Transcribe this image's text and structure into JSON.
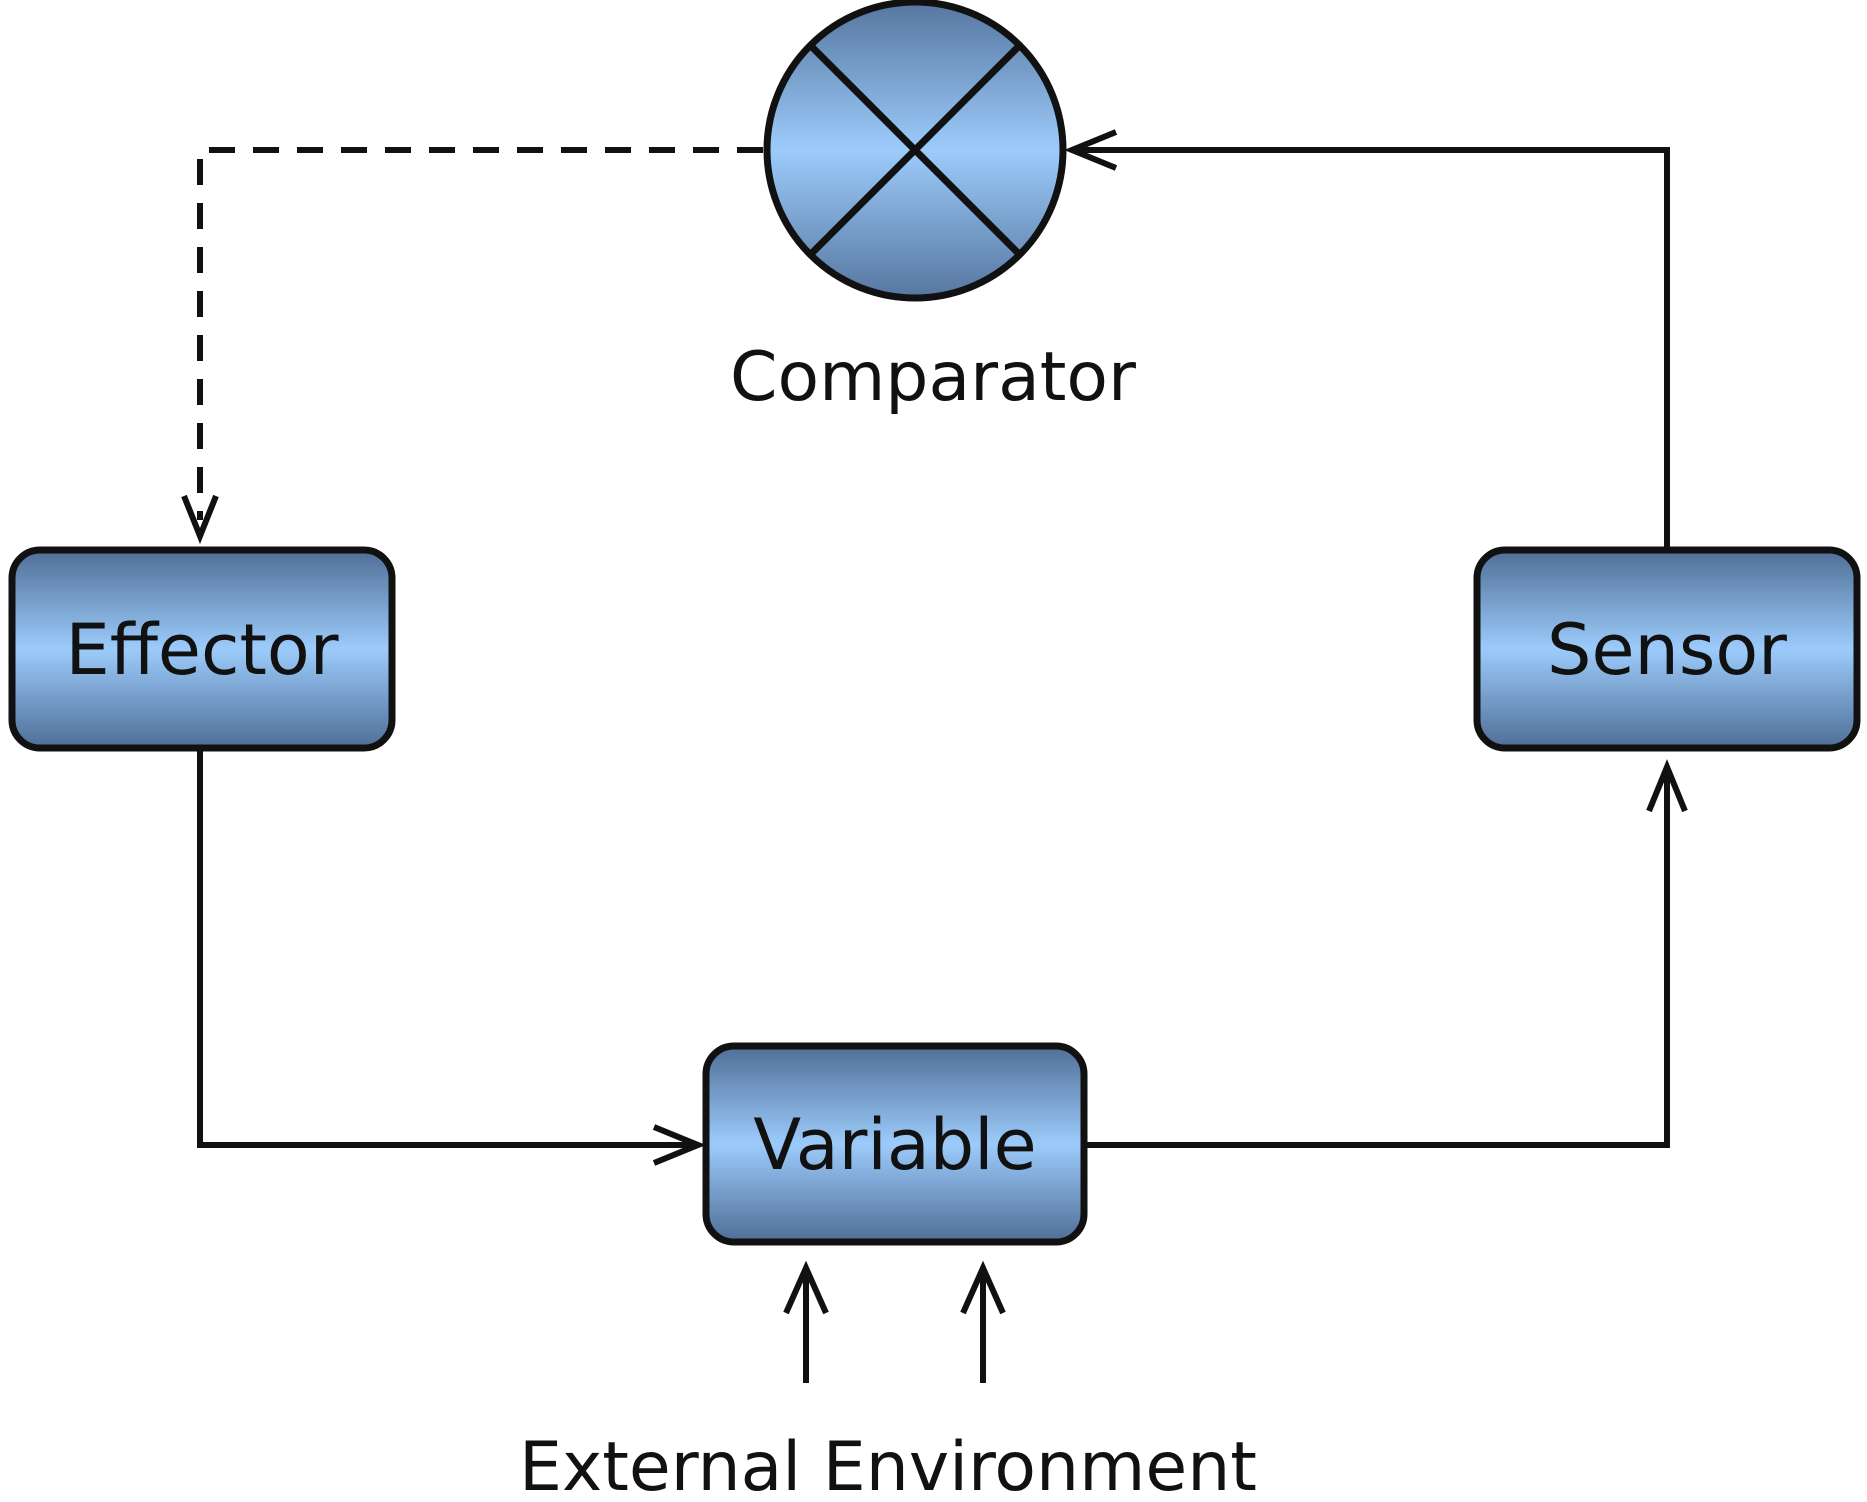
{
  "diagram": {
    "comparator": {
      "label": "Comparator"
    },
    "effector": {
      "label": "Effector"
    },
    "sensor": {
      "label": "Sensor"
    },
    "variable": {
      "label": "Variable"
    },
    "external": {
      "label": "External Environment"
    }
  },
  "colors": {
    "node_light": "#9ccbfb",
    "node_dark": "#4f6e97",
    "stroke": "#111111"
  }
}
